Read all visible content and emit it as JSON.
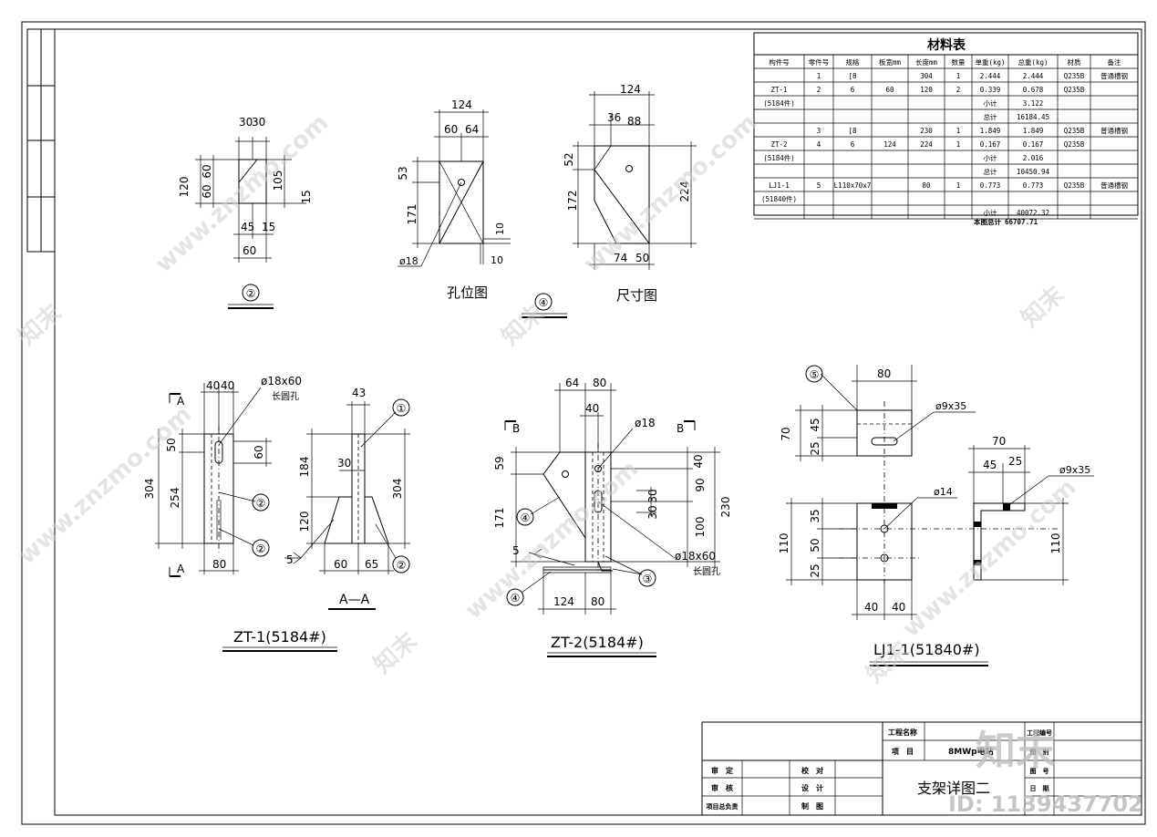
{
  "material_table": {
    "title": "材料表",
    "headers": [
      "构件号",
      "零件号",
      "规格",
      "板宽mm",
      "长度mm",
      "数量",
      "单重(kg)",
      "总重(kg)",
      "材质",
      "备注"
    ],
    "rows": [
      [
        "",
        "1",
        "[8",
        "",
        "304",
        "1",
        "2.444",
        "2.444",
        "Q235B",
        "普通槽钢"
      ],
      [
        "ZT-1",
        "2",
        "6",
        "60",
        "120",
        "2",
        "0.339",
        "0.678",
        "Q235B",
        ""
      ],
      [
        "(5184件)",
        "",
        "",
        "",
        "",
        "",
        "小计",
        "3.122",
        "",
        ""
      ],
      [
        "",
        "",
        "",
        "",
        "",
        "",
        "总计",
        "16184.45",
        "",
        ""
      ],
      [
        "",
        "3",
        "[8",
        "",
        "230",
        "1",
        "1.849",
        "1.849",
        "Q235B",
        "普通槽钢"
      ],
      [
        "ZT-2",
        "4",
        "6",
        "124",
        "224",
        "1",
        "0.167",
        "0.167",
        "Q235B",
        ""
      ],
      [
        "(5184件)",
        "",
        "",
        "",
        "",
        "",
        "小计",
        "2.016",
        "",
        ""
      ],
      [
        "",
        "",
        "",
        "",
        "",
        "",
        "总计",
        "10450.94",
        "",
        ""
      ],
      [
        "LJ1-1",
        "5",
        "L110x70x7",
        "",
        "80",
        "1",
        "0.773",
        "0.773",
        "Q235B",
        "普通槽钢"
      ],
      [
        "(51840件)",
        "",
        "",
        "",
        "",
        "",
        "",
        "",
        "",
        ""
      ],
      [
        "",
        "",
        "",
        "",
        "",
        "",
        "小计",
        "40072.32",
        "",
        ""
      ]
    ],
    "grand_total_label": "本图总计",
    "grand_total_value": "66707.71"
  },
  "views": {
    "part2": {
      "label": "②",
      "dims": [
        "30",
        "30",
        "120",
        "60",
        "60",
        "105",
        "15",
        "45",
        "15",
        "60"
      ]
    },
    "hole": {
      "title": "孔位图",
      "dims": [
        "124",
        "60",
        "64",
        "53",
        "171",
        "10",
        "10",
        "ø18"
      ]
    },
    "part4": {
      "label": "④",
      "title": "尺寸图",
      "dims": [
        "124",
        "36",
        "88",
        "52",
        "172",
        "224",
        "74",
        "50"
      ]
    },
    "zt1": {
      "title": "ZT-1(5184#)",
      "section": "A—A",
      "dims": [
        "40",
        "40",
        "ø18x60",
        "长圆孔",
        "50",
        "60",
        "304",
        "254",
        "80",
        "43",
        "184",
        "30",
        "120",
        "304",
        "60",
        "65",
        "5",
        "A",
        "A"
      ],
      "callouts": [
        "①",
        "②",
        "②"
      ]
    },
    "zt2": {
      "title": "ZT-2(5184#)",
      "dims": [
        "64",
        "80",
        "40",
        "ø18",
        "59",
        "171",
        "40",
        "90",
        "230",
        "30",
        "30",
        "100",
        "ø18x60",
        "长圆孔",
        "5",
        "124",
        "80",
        "B",
        "B"
      ],
      "callouts": [
        "④",
        "③",
        "④"
      ]
    },
    "lj1": {
      "title": "LJ1-1(51840#)",
      "dims": [
        "80",
        "ø9x35",
        "70",
        "45",
        "25",
        "70",
        "45",
        "25",
        "ø9x35",
        "ø14",
        "110",
        "35",
        "50",
        "25",
        "110",
        "40",
        "40"
      ],
      "callouts": [
        "⑤"
      ]
    }
  },
  "title_block": {
    "project_name_label": "工程名称",
    "project_label": "项　目",
    "project_value": "8MWp电站",
    "drawing_title": "支架详图二",
    "roles_left": [
      "审　定",
      "审　核",
      "项目总负责"
    ],
    "roles_right": [
      "校　对",
      "设　计",
      "制　图"
    ],
    "right_labels": [
      "工程编号",
      "图　别",
      "图　号",
      "日　期"
    ]
  },
  "watermark": {
    "brand": "知末",
    "site": "www.znzmo.com",
    "logo_text": "知末",
    "id_text": "ID: 1139437702"
  }
}
